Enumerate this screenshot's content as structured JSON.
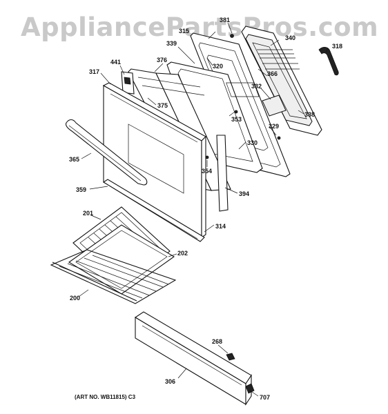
{
  "watermark": "AppliancePartsPros.com",
  "art_no": "(ART NO. WB11815) C3",
  "labels": {
    "l381": "381",
    "l315": "315",
    "l339": "339",
    "l340": "340",
    "l318": "318",
    "l441": "441",
    "l376": "376",
    "l320": "320",
    "l366": "366",
    "l317": "317",
    "l332": "332",
    "l375": "375",
    "l353": "353",
    "l338": "338",
    "l329": "329",
    "l330": "330",
    "l365": "365",
    "l354": "354",
    "l359": "359",
    "l394": "394",
    "l201": "201",
    "l314": "314",
    "l202": "202",
    "l200": "200",
    "l268": "268",
    "l306": "306",
    "l707": "707"
  }
}
